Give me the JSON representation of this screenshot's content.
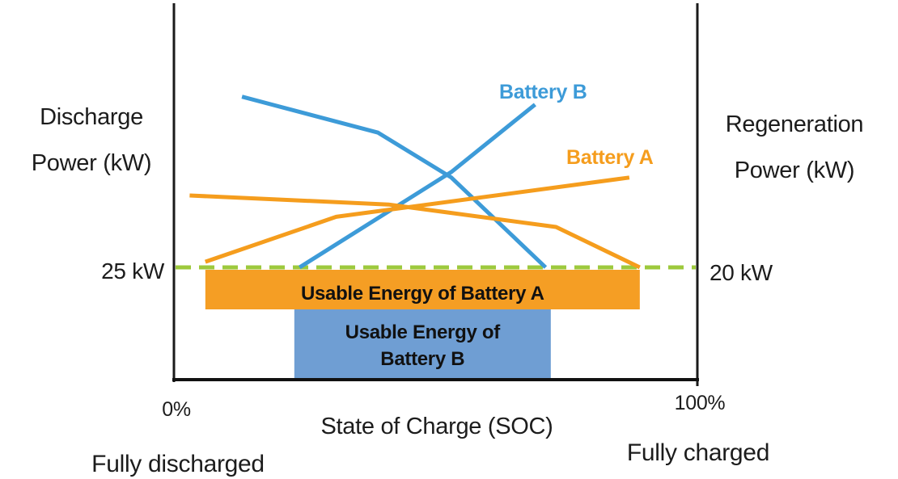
{
  "chart": {
    "left_axis": {
      "label_line1": "Discharge",
      "label_line2": "Power (kW)",
      "tick_label": "25 kW"
    },
    "right_axis": {
      "label_line1": "Regeneration",
      "label_line2": "Power (kW)",
      "tick_label": "20 kW"
    },
    "x_axis": {
      "label": "State of Charge (SOC)",
      "tick_left": "0%",
      "tick_right": "100%",
      "caption_left": "Fully discharged",
      "caption_right": "Fully charged"
    }
  },
  "colors": {
    "battery_a_line": "#f59d1d",
    "battery_b_line": "#3d9bd8",
    "usable_a_band": "#f59e24",
    "usable_b_band": "#6f9ed3",
    "reference_line": "#9dc93c",
    "axis": "#1a1a1a",
    "text": "#1c1c1c"
  },
  "chart_data": {
    "type": "line",
    "x": {
      "label": "State of Charge (SOC)",
      "unit": "%",
      "range": [
        0,
        100
      ],
      "endpoint_captions": [
        "Fully discharged",
        "Fully charged"
      ]
    },
    "y_left": {
      "label": "Discharge Power (kW)",
      "marked_value_kw": 25,
      "marked_label": "25 kW"
    },
    "y_right": {
      "label": "Regeneration Power (kW)",
      "marked_value_kw": 20,
      "marked_label": "20 kW"
    },
    "reference_line": {
      "style": "dashed",
      "color": "#9dc93c",
      "left_value_kw": 25,
      "right_value_kw": 20
    },
    "series": [
      {
        "name": "battery-b-discharge",
        "legend": "Battery B",
        "axis": "left",
        "color": "#3d9bd8",
        "points_soc_kw": [
          [
            13,
            63
          ],
          [
            39,
            55
          ],
          [
            53,
            45
          ],
          [
            71,
            25
          ]
        ]
      },
      {
        "name": "battery-b-regeneration",
        "legend": "Battery B",
        "axis": "right",
        "color": "#3d9bd8",
        "points_soc_kw": [
          [
            24,
            20
          ],
          [
            53,
            37
          ],
          [
            69,
            49
          ]
        ]
      },
      {
        "name": "battery-a-discharge",
        "legend": "Battery A",
        "axis": "left",
        "color": "#f59d1d",
        "points_soc_kw": [
          [
            3,
            41
          ],
          [
            41,
            39
          ],
          [
            73,
            34
          ],
          [
            89,
            25
          ]
        ]
      },
      {
        "name": "battery-a-regeneration",
        "legend": "Battery A",
        "axis": "right",
        "color": "#f59d1d",
        "points_soc_kw": [
          [
            6,
            21
          ],
          [
            31,
            29
          ],
          [
            87,
            36
          ]
        ]
      }
    ],
    "series_labels": [
      {
        "text": "Battery B",
        "color": "#3d9bd8"
      },
      {
        "text": "Battery A",
        "color": "#f59d1d"
      }
    ],
    "bands": [
      {
        "label": "Usable Energy of Battery A",
        "soc_range": [
          6,
          89
        ],
        "color": "#f59e24"
      },
      {
        "label_line1": "Usable Energy of",
        "label_line2": "Battery B",
        "soc_range": [
          23,
          72
        ],
        "color": "#6f9ed3"
      }
    ]
  }
}
